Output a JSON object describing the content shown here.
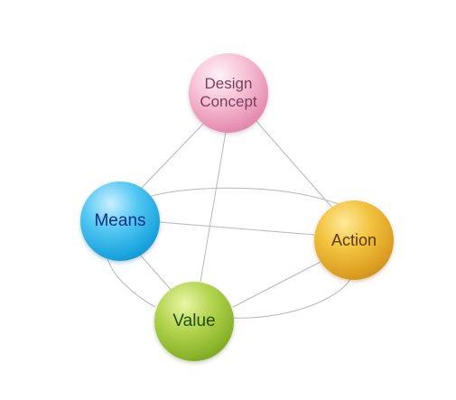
{
  "nodes": {
    "design": {
      "label_line1": "Design",
      "label_line2": "Concept",
      "color": "#e792b4"
    },
    "means": {
      "label": "Means",
      "color": "#1aa4de"
    },
    "action": {
      "label": "Action",
      "color": "#dc9e22"
    },
    "value": {
      "label": "Value",
      "color": "#8ab42a"
    }
  },
  "colors": {
    "connector": "#b8b8b8",
    "background": "#ffffff"
  }
}
